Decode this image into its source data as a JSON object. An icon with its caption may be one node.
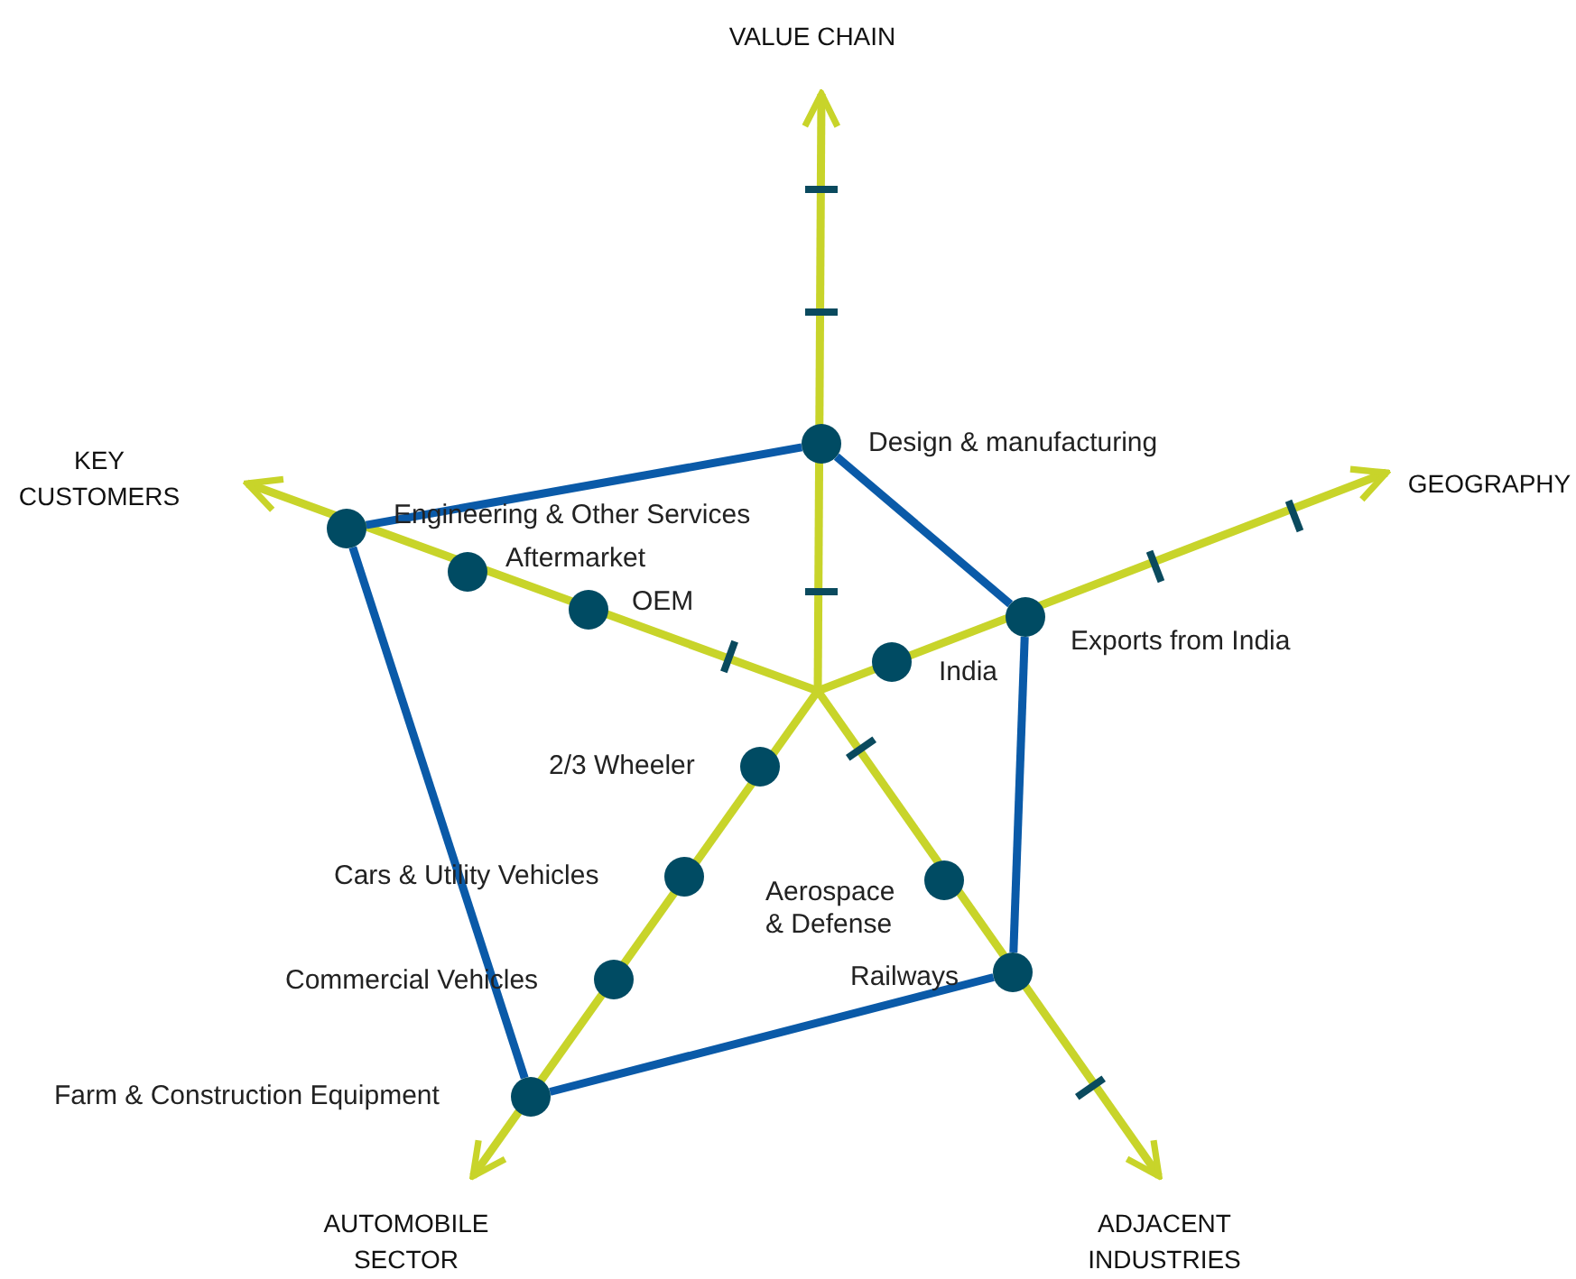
{
  "diagram": {
    "nodes": [
      {
        "text": [
          "VALUE CHAIN"
        ]
      },
      {
        "text": [
          "GEOGRAPHY"
        ]
      },
      {
        "text": [
          "KEY CUSTOMERS"
        ]
      },
      {
        "text": [
          "AUTOMOBILE SECTOR"
        ]
      },
      {
        "text": [
          "ADJACENT INDUSTRIES"
        ]
      },
      {
        "text": [
          "Design & manufacturing"
        ]
      },
      {
        "text": [
          "Engineering & Other Services"
        ]
      },
      {
        "text": [
          "Aftermarket"
        ]
      },
      {
        "text": [
          "OEM"
        ]
      },
      {
        "text": [
          "India"
        ]
      },
      {
        "text": [
          "Exports from India"
        ]
      },
      {
        "text": [
          "2/3 Wheeler"
        ]
      },
      {
        "text": [
          "Cars & Utility Vehicles"
        ]
      },
      {
        "text": [
          "Commercial Vehicles"
        ]
      },
      {
        "text": [
          "Farm & Construction Equipment"
        ]
      },
      {
        "text": [
          "Aerospace & Defense"
        ]
      },
      {
        "text": [
          "Railways"
        ]
      }
    ],
    "edges": [
      {
        "from": null,
        "to": 0,
        "arrow": "to",
        "color": "#c8d42a"
      },
      {
        "from": null,
        "to": 1,
        "arrow": "to",
        "color": "#c8d42a"
      },
      {
        "from": null,
        "to": 2,
        "arrow": "to",
        "color": "#c8d42a"
      },
      {
        "from": null,
        "to": 3,
        "arrow": "to",
        "color": "#c8d42a"
      },
      {
        "from": null,
        "to": 4,
        "arrow": "to",
        "color": "#c8d42a"
      },
      {
        "from": 5,
        "to": 10,
        "arrow": "none",
        "color": "#0a5aa8"
      },
      {
        "from": 10,
        "to": 16,
        "arrow": "none",
        "color": "#0a5aa8"
      },
      {
        "from": 16,
        "to": 14,
        "arrow": "none",
        "color": "#0a5aa8"
      },
      {
        "from": 14,
        "to": 6,
        "arrow": "none",
        "color": "#0a5aa8"
      },
      {
        "from": 6,
        "to": 5,
        "arrow": "none",
        "color": "#0a5aa8"
      }
    ]
  }
}
